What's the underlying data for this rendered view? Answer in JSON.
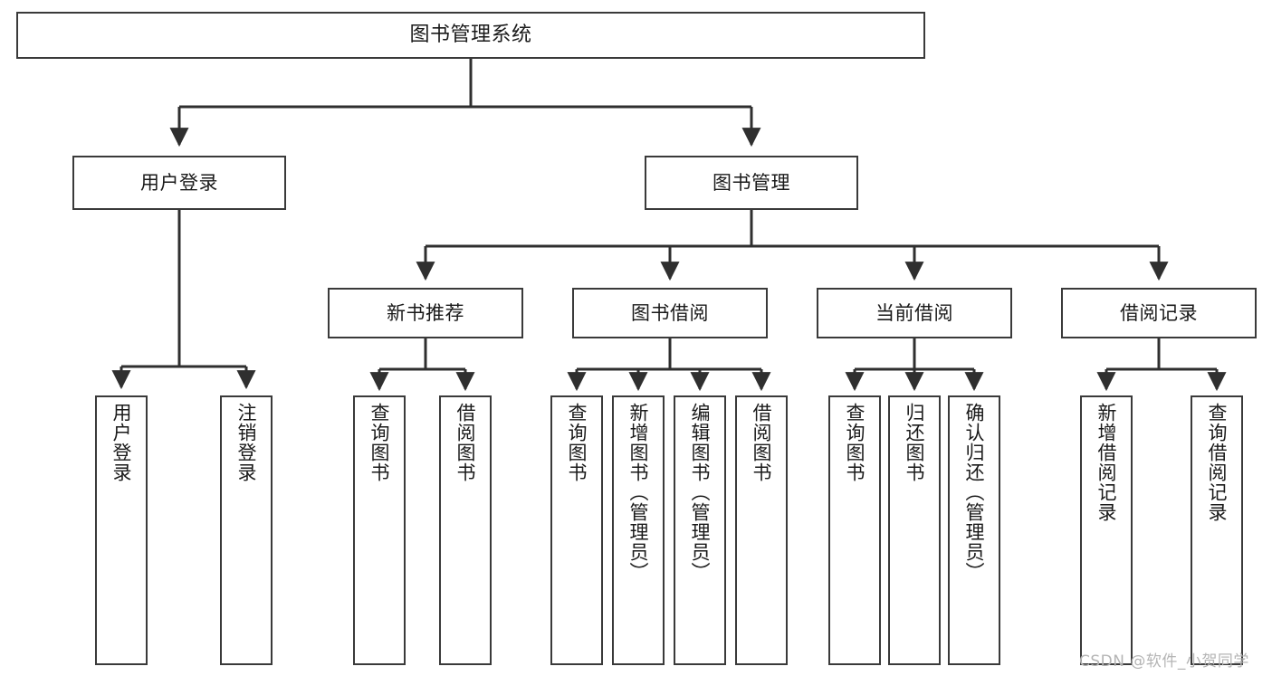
{
  "diagram": {
    "title": "图书管理系统",
    "type": "hierarchy-tree",
    "root": {
      "label": "图书管理系统"
    },
    "level1": [
      {
        "label": "用户登录"
      },
      {
        "label": "图书管理"
      }
    ],
    "level2": [
      {
        "label": "新书推荐"
      },
      {
        "label": "图书借阅"
      },
      {
        "label": "当前借阅"
      },
      {
        "label": "借阅记录"
      }
    ],
    "leaves": {
      "user_login": [
        {
          "label": "用户登录"
        },
        {
          "label": "注销登录"
        }
      ],
      "new_book_recommend": [
        {
          "label": "查询图书"
        },
        {
          "label": "借阅图书"
        }
      ],
      "book_borrow": [
        {
          "label": "查询图书"
        },
        {
          "label": "新增图书（管理员）"
        },
        {
          "label": "编辑图书（管理员）"
        },
        {
          "label": "借阅图书"
        }
      ],
      "current_borrow": [
        {
          "label": "查询图书"
        },
        {
          "label": "归还图书"
        },
        {
          "label": "确认归还（管理员）"
        }
      ],
      "borrow_record": [
        {
          "label": "新增借阅记录"
        },
        {
          "label": "查询借阅记录"
        }
      ]
    },
    "watermark": "CSDN @软件_小贺同学",
    "colors": {
      "stroke": "#3a3a3a",
      "background": "#ffffff",
      "text": "#1a1a1a",
      "watermark": "#b4b4b4"
    }
  }
}
